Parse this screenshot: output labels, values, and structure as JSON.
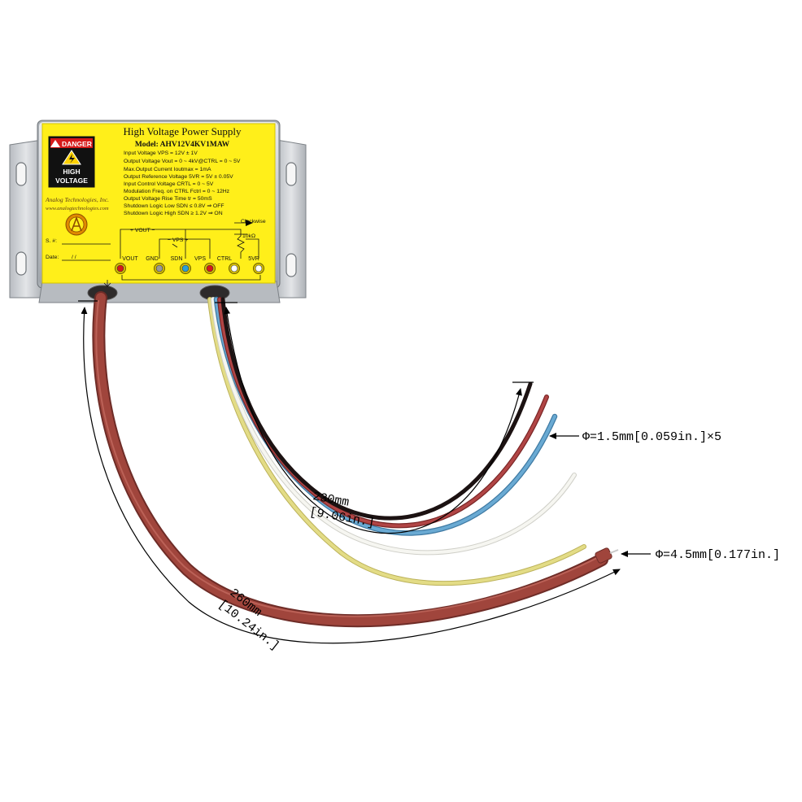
{
  "label": {
    "title": "High Voltage Power Supply",
    "model": "Model: AHV12V4KV1MAW",
    "warning": {
      "header": "DANGER",
      "line1": "HIGH",
      "line2": "VOLTAGE"
    },
    "company": "Analog Technologies, Inc.",
    "website": "www.analogtechnologies.com",
    "specs": [
      "Input Voltage VPS = 12V ± 1V",
      "Output Voltage Vout = 0 ~ 4kV@CTRL = 0 ~ 5V",
      "Max.Output Current Ioutmax = 1mA",
      "Output Reference Voltage 5VR = 5V ± 0.05V",
      "Input Control Voltage CRTL = 0 ~ 5V",
      "Modulation Freq. on CTRL Fctrl = 0 ~ 12Hz",
      "Output Voltage Rise Time tr = 50mS",
      "Shutdown Logic Low SDN ≤ 0.8V ⇒ OFF",
      "Shutdown Logic High SDN ≥ 1.2V ⇒ ON"
    ],
    "serial_label": "S. #:",
    "date_label": "Date:",
    "date_slashes": "/     /",
    "vout_bracket": "+ VOUT −",
    "vps_bracket": "− VPS +",
    "clockwise": "Clockwise",
    "pot": "10kΩ",
    "pins": [
      "VOUT",
      "GND",
      "SDN",
      "VPS",
      "CTRL",
      "5VR"
    ],
    "pin_colors": [
      "#d61a1a",
      "#9a9a9a",
      "#2aa0d8",
      "#d61a1a",
      "#ffffff",
      "#ffffff"
    ]
  },
  "dimensions": {
    "signal_length_mm": "230mm",
    "signal_length_in": "[9.06in.]",
    "signal_diameter": "Φ=1.5mm[0.059in.]×5",
    "hv_length_mm": "260mm",
    "hv_length_in": "[10.24in.]",
    "hv_diameter": "Φ=4.5mm[0.177in.]"
  },
  "colors": {
    "label_yellow": "#ffef1a",
    "enclosure": "#d4d7da",
    "hv_cable": "#a0453c",
    "wire_black": "#2a1d1d",
    "wire_red": "#a33a3a",
    "wire_blue": "#5b9cc7",
    "wire_white": "#f3f3ee",
    "wire_yellow": "#e3dc86"
  }
}
